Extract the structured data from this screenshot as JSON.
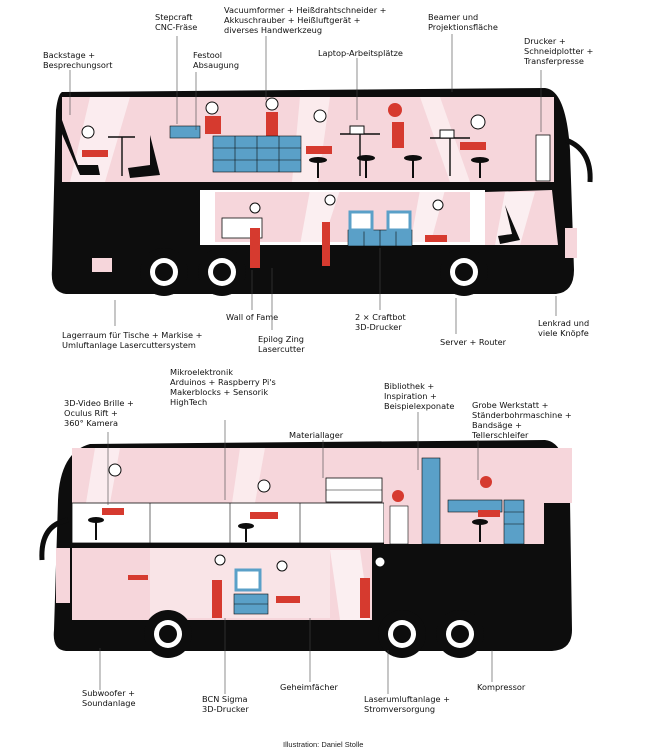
{
  "colors": {
    "body": "#0d0d0d",
    "interior": "#f6d6db",
    "accent_red": "#d63a2f",
    "equipment_blue": "#5aa0c8",
    "panel": "#ffffff"
  },
  "top_bus": {
    "labels": {
      "backstage": "Backstage +\nBesprechungsort",
      "stepcraft": "Stepcraft\nCNC-Fräse",
      "festool": "Festool\nAbsaugung",
      "vacuumformer": "Vacuumformer + Heißdrahtschneider +\nAkkuschrauber + Heißluftgerät +\ndiverses Handwerkzeug",
      "laptop": "Laptop-Arbeitsplätze",
      "beamer": "Beamer und\nProjektionsfläche",
      "drucker": "Drucker +\nSchneidplotter +\nTransferpresse",
      "lagerraum": "Lagerraum für Tische + Markise +\nUmluftanlage Lasercuttersystem",
      "wall_of_fame": "Wall of Fame",
      "epilog": "Epilog Zing\nLasercutter",
      "craftbot": "2 × Craftbot\n3D-Drucker",
      "server": "Server + Router",
      "lenkrad": "Lenkrad und\nviele Knöpfe"
    }
  },
  "bottom_bus": {
    "labels": {
      "mikroelektronik": "Mikroelektronik\nArduinos + Raspberry Pi's\nMakerblocks + Sensorik\nHighTech",
      "video_brille": "3D-Video Brille +\nOculus Rift +\n360° Kamera",
      "materiallager": "Materiallager",
      "bibliothek": "Bibliothek +\nInspiration +\nBeispielexponate",
      "grobe_werkstatt": "Grobe Werkstatt +\nStänderbohrmaschine +\nBandsäge +\nTellerschleifer",
      "subwoofer": "Subwoofer +\nSoundanlage",
      "bcn_sigma": "BCN Sigma\n3D-Drucker",
      "geheimfaecher": "Geheimfächer",
      "laserumluft": "Laserumluftanlage +\nStromversorgung",
      "kompressor": "Kompressor"
    }
  },
  "credit": "Illustration: Daniel Stolle"
}
